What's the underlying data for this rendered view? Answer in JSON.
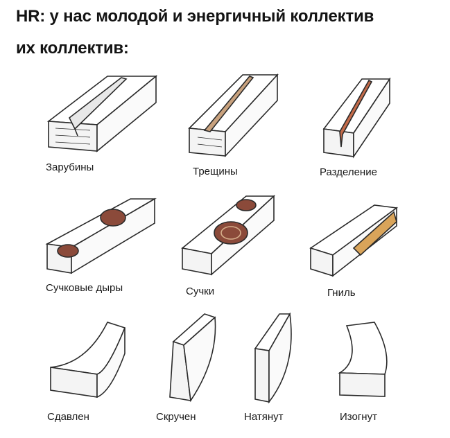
{
  "post": {
    "caption_line1": "HR: у нас молодой и энергичный коллектив",
    "caption_line2": "их коллектив:"
  },
  "illustration": {
    "defects": [
      {
        "label": "Зарубины"
      },
      {
        "label": "Трещины"
      },
      {
        "label": "Разделение"
      },
      {
        "label": "Сучковые дыры"
      },
      {
        "label": "Сучки"
      },
      {
        "label": "Гниль"
      },
      {
        "label": "Сдавлен"
      },
      {
        "label": "Скручен"
      },
      {
        "label": "Натянут"
      },
      {
        "label": "Изогнут"
      }
    ],
    "colors": {
      "line": "#2a2a2a",
      "knot": "#8b4a3a",
      "rot": "#d9a45a",
      "crack": "#c9a27e"
    }
  }
}
